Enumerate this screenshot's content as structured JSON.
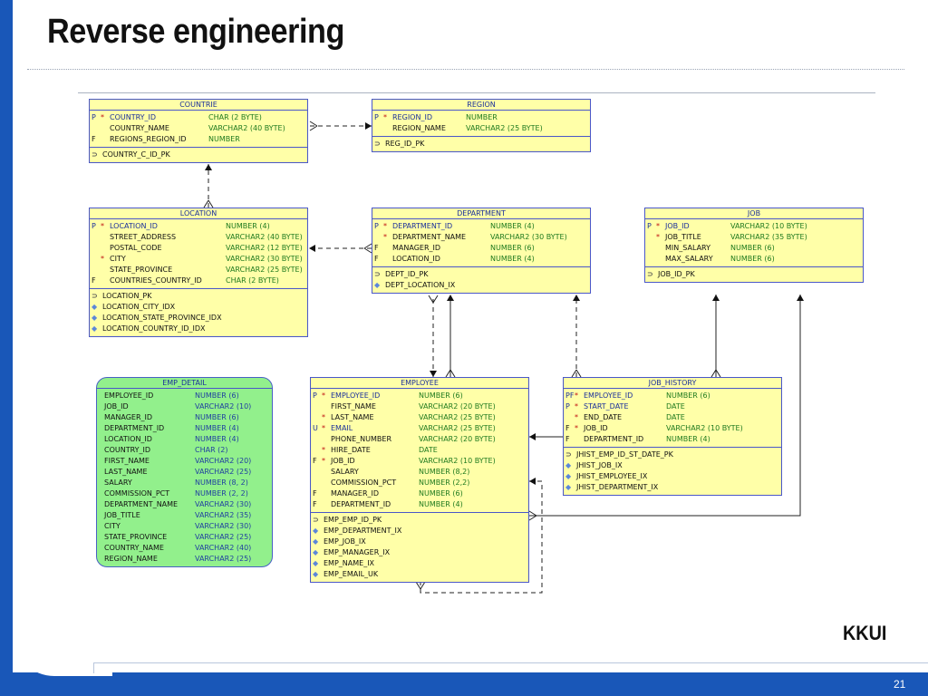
{
  "title": "Reverse engineering",
  "brand": "KKUI",
  "page_number": "21",
  "entities": {
    "countrie": {
      "name": "COUNTRIE",
      "columns": [
        {
          "flag": "P",
          "star": "*",
          "name": "COUNTRY_ID",
          "type": "CHAR (2 BYTE)"
        },
        {
          "flag": "",
          "star": "",
          "name": "COUNTRY_NAME",
          "type": "VARCHAR2 (40 BYTE)"
        },
        {
          "flag": "F",
          "star": "",
          "name": "REGIONS_REGION_ID",
          "type": "NUMBER"
        }
      ],
      "indexes": [
        {
          "icon": "key",
          "name": "COUNTRY_C_ID_PK"
        }
      ]
    },
    "region": {
      "name": "REGION",
      "columns": [
        {
          "flag": "P",
          "star": "*",
          "name": "REGION_ID",
          "type": "NUMBER"
        },
        {
          "flag": "",
          "star": "",
          "name": "REGION_NAME",
          "type": "VARCHAR2 (25 BYTE)"
        }
      ],
      "indexes": [
        {
          "icon": "key",
          "name": "REG_ID_PK"
        }
      ]
    },
    "location": {
      "name": "LOCATION",
      "columns": [
        {
          "flag": "P",
          "star": "*",
          "name": "LOCATION_ID",
          "type": "NUMBER (4)"
        },
        {
          "flag": "",
          "star": "",
          "name": "STREET_ADDRESS",
          "type": "VARCHAR2 (40 BYTE)"
        },
        {
          "flag": "",
          "star": "",
          "name": "POSTAL_CODE",
          "type": "VARCHAR2 (12 BYTE)"
        },
        {
          "flag": "",
          "star": "*",
          "name": "CITY",
          "type": "VARCHAR2 (30 BYTE)"
        },
        {
          "flag": "",
          "star": "",
          "name": "STATE_PROVINCE",
          "type": "VARCHAR2 (25 BYTE)"
        },
        {
          "flag": "F",
          "star": "",
          "name": "COUNTRIES_COUNTRY_ID",
          "type": "CHAR (2 BYTE)"
        }
      ],
      "indexes": [
        {
          "icon": "key",
          "name": "LOCATION_PK"
        },
        {
          "icon": "index",
          "name": "LOCATION_CITY_IDX"
        },
        {
          "icon": "index",
          "name": "LOCATION_STATE_PROVINCE_IDX"
        },
        {
          "icon": "index",
          "name": "LOCATION_COUNTRY_ID_IDX"
        }
      ]
    },
    "department": {
      "name": "DEPARTMENT",
      "columns": [
        {
          "flag": "P",
          "star": "*",
          "name": "DEPARTMENT_ID",
          "type": "NUMBER (4)"
        },
        {
          "flag": "",
          "star": "*",
          "name": "DEPARTMENT_NAME",
          "type": "VARCHAR2 (30 BYTE)"
        },
        {
          "flag": "F",
          "star": "",
          "name": "MANAGER_ID",
          "type": "NUMBER (6)"
        },
        {
          "flag": "F",
          "star": "",
          "name": "LOCATION_ID",
          "type": "NUMBER (4)"
        }
      ],
      "indexes": [
        {
          "icon": "key",
          "name": "DEPT_ID_PK"
        },
        {
          "icon": "index",
          "name": "DEPT_LOCATION_IX"
        }
      ]
    },
    "job": {
      "name": "JOB",
      "columns": [
        {
          "flag": "P",
          "star": "*",
          "name": "JOB_ID",
          "type": "VARCHAR2 (10 BYTE)"
        },
        {
          "flag": "",
          "star": "*",
          "name": "JOB_TITLE",
          "type": "VARCHAR2 (35 BYTE)"
        },
        {
          "flag": "",
          "star": "",
          "name": "MIN_SALARY",
          "type": "NUMBER (6)"
        },
        {
          "flag": "",
          "star": "",
          "name": "MAX_SALARY",
          "type": "NUMBER (6)"
        }
      ],
      "indexes": [
        {
          "icon": "key",
          "name": "JOB_ID_PK"
        }
      ]
    },
    "emp_detail": {
      "name": "EMP_DETAIL",
      "columns": [
        {
          "name": "EMPLOYEE_ID",
          "type": "NUMBER (6)"
        },
        {
          "name": "JOB_ID",
          "type": "VARCHAR2 (10)"
        },
        {
          "name": "MANAGER_ID",
          "type": "NUMBER (6)"
        },
        {
          "name": "DEPARTMENT_ID",
          "type": "NUMBER (4)"
        },
        {
          "name": "LOCATION_ID",
          "type": "NUMBER (4)"
        },
        {
          "name": "COUNTRY_ID",
          "type": "CHAR (2)"
        },
        {
          "name": "FIRST_NAME",
          "type": "VARCHAR2 (20)"
        },
        {
          "name": "LAST_NAME",
          "type": "VARCHAR2 (25)"
        },
        {
          "name": "SALARY",
          "type": "NUMBER (8, 2)"
        },
        {
          "name": "COMMISSION_PCT",
          "type": "NUMBER (2, 2)"
        },
        {
          "name": "DEPARTMENT_NAME",
          "type": "VARCHAR2 (30)"
        },
        {
          "name": "JOB_TITLE",
          "type": "VARCHAR2 (35)"
        },
        {
          "name": "CITY",
          "type": "VARCHAR2 (30)"
        },
        {
          "name": "STATE_PROVINCE",
          "type": "VARCHAR2 (25)"
        },
        {
          "name": "COUNTRY_NAME",
          "type": "VARCHAR2 (40)"
        },
        {
          "name": "REGION_NAME",
          "type": "VARCHAR2 (25)"
        }
      ]
    },
    "employee": {
      "name": "EMPLOYEE",
      "columns": [
        {
          "flag": "P",
          "star": "*",
          "name": "EMPLOYEE_ID",
          "type": "NUMBER (6)"
        },
        {
          "flag": "",
          "star": "",
          "name": "FIRST_NAME",
          "type": "VARCHAR2 (20 BYTE)"
        },
        {
          "flag": "",
          "star": "*",
          "name": "LAST_NAME",
          "type": "VARCHAR2 (25 BYTE)"
        },
        {
          "flag": "U",
          "star": "*",
          "name": "EMAIL",
          "type": "VARCHAR2 (25 BYTE)"
        },
        {
          "flag": "",
          "star": "",
          "name": "PHONE_NUMBER",
          "type": "VARCHAR2 (20 BYTE)"
        },
        {
          "flag": "",
          "star": "*",
          "name": "HIRE_DATE",
          "type": "DATE"
        },
        {
          "flag": "F",
          "star": "*",
          "name": "JOB_ID",
          "type": "VARCHAR2 (10 BYTE)"
        },
        {
          "flag": "",
          "star": "",
          "name": "SALARY",
          "type": "NUMBER (8,2)"
        },
        {
          "flag": "",
          "star": "",
          "name": "COMMISSION_PCT",
          "type": "NUMBER (2,2)"
        },
        {
          "flag": "F",
          "star": "",
          "name": "MANAGER_ID",
          "type": "NUMBER (6)"
        },
        {
          "flag": "F",
          "star": "",
          "name": "DEPARTMENT_ID",
          "type": "NUMBER (4)"
        }
      ],
      "indexes": [
        {
          "icon": "key",
          "name": "EMP_EMP_ID_PK"
        },
        {
          "icon": "index",
          "name": "EMP_DEPARTMENT_IX"
        },
        {
          "icon": "index",
          "name": "EMP_JOB_IX"
        },
        {
          "icon": "index",
          "name": "EMP_MANAGER_IX"
        },
        {
          "icon": "index",
          "name": "EMP_NAME_IX"
        },
        {
          "icon": "index",
          "name": "EMP_EMAIL_UK"
        }
      ]
    },
    "job_history": {
      "name": "JOB_HISTORY",
      "columns": [
        {
          "flag": "PF",
          "star": "*",
          "name": "EMPLOYEE_ID",
          "type": "NUMBER (6)"
        },
        {
          "flag": "P",
          "star": "*",
          "name": "START_DATE",
          "type": "DATE"
        },
        {
          "flag": "",
          "star": "*",
          "name": "END_DATE",
          "type": "DATE"
        },
        {
          "flag": "F",
          "star": "*",
          "name": "JOB_ID",
          "type": "VARCHAR2 (10 BYTE)"
        },
        {
          "flag": "F",
          "star": "",
          "name": "DEPARTMENT_ID",
          "type": "NUMBER (4)"
        }
      ],
      "indexes": [
        {
          "icon": "key",
          "name": "JHIST_EMP_ID_ST_DATE_PK"
        },
        {
          "icon": "index",
          "name": "JHIST_JOB_IX"
        },
        {
          "icon": "index",
          "name": "JHIST_EMPLOYEE_IX"
        },
        {
          "icon": "index",
          "name": "JHIST_DEPARTMENT_IX"
        }
      ]
    }
  },
  "relationships": [
    {
      "from": "COUNTRIE",
      "to": "REGION",
      "line": "dashed"
    },
    {
      "from": "LOCATION",
      "to": "COUNTRIE",
      "line": "dashed"
    },
    {
      "from": "DEPARTMENT",
      "to": "LOCATION",
      "line": "dashed"
    },
    {
      "from": "EMPLOYEE",
      "to": "DEPARTMENT",
      "line": "dashed"
    },
    {
      "from": "DEPARTMENT",
      "to": "EMPLOYEE",
      "line": "solid"
    },
    {
      "from": "JOB_HISTORY",
      "to": "DEPARTMENT",
      "line": "dashed"
    },
    {
      "from": "EMPLOYEE",
      "to": "JOB",
      "line": "solid"
    },
    {
      "from": "JOB_HISTORY",
      "to": "JOB",
      "line": "solid"
    },
    {
      "from": "JOB_HISTORY",
      "to": "EMPLOYEE",
      "line": "solid"
    },
    {
      "from": "EMPLOYEE",
      "to": "EMPLOYEE",
      "line": "dashed"
    }
  ],
  "colors": {
    "table_fill": "#ffffa8",
    "view_fill": "#92f08c",
    "table_border": "#4a57c8",
    "key_text": "#1a2f9a",
    "type_text": "#1f7a1f",
    "mandatory_star": "#c01010",
    "slide_blue": "#1957b8"
  }
}
